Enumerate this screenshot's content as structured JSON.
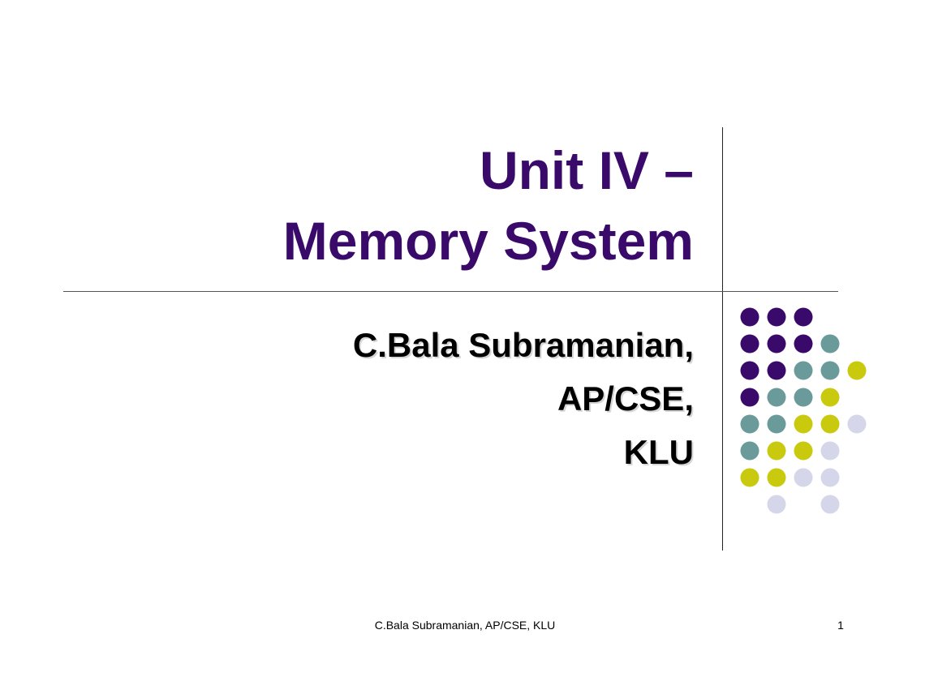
{
  "slide": {
    "title_lines": [
      "Unit IV –",
      "Memory System"
    ],
    "subtitle_lines": [
      "C.Bala Subramanian,",
      "AP/CSE,",
      "KLU"
    ],
    "footer": "C.Bala Subramanian, AP/CSE, KLU",
    "page_number": "1"
  },
  "colors": {
    "title": "#3a0a6b",
    "purple": "#3a0a6b",
    "teal": "#6a9a9a",
    "yellow": "#c9c90e",
    "lavender": "#d6d6ea"
  },
  "dot_pattern": [
    [
      "purple",
      "purple",
      "purple",
      null,
      null
    ],
    [
      "purple",
      "purple",
      "purple",
      "teal",
      null
    ],
    [
      "purple",
      "purple",
      "teal",
      "teal",
      "yellow"
    ],
    [
      "purple",
      "teal",
      "teal",
      "yellow",
      null
    ],
    [
      "teal",
      "teal",
      "yellow",
      "yellow",
      "lavender"
    ],
    [
      "teal",
      "yellow",
      "yellow",
      "lavender",
      null
    ],
    [
      "yellow",
      "yellow",
      "lavender",
      "lavender",
      null
    ],
    [
      null,
      "lavender",
      null,
      "lavender",
      null
    ]
  ]
}
